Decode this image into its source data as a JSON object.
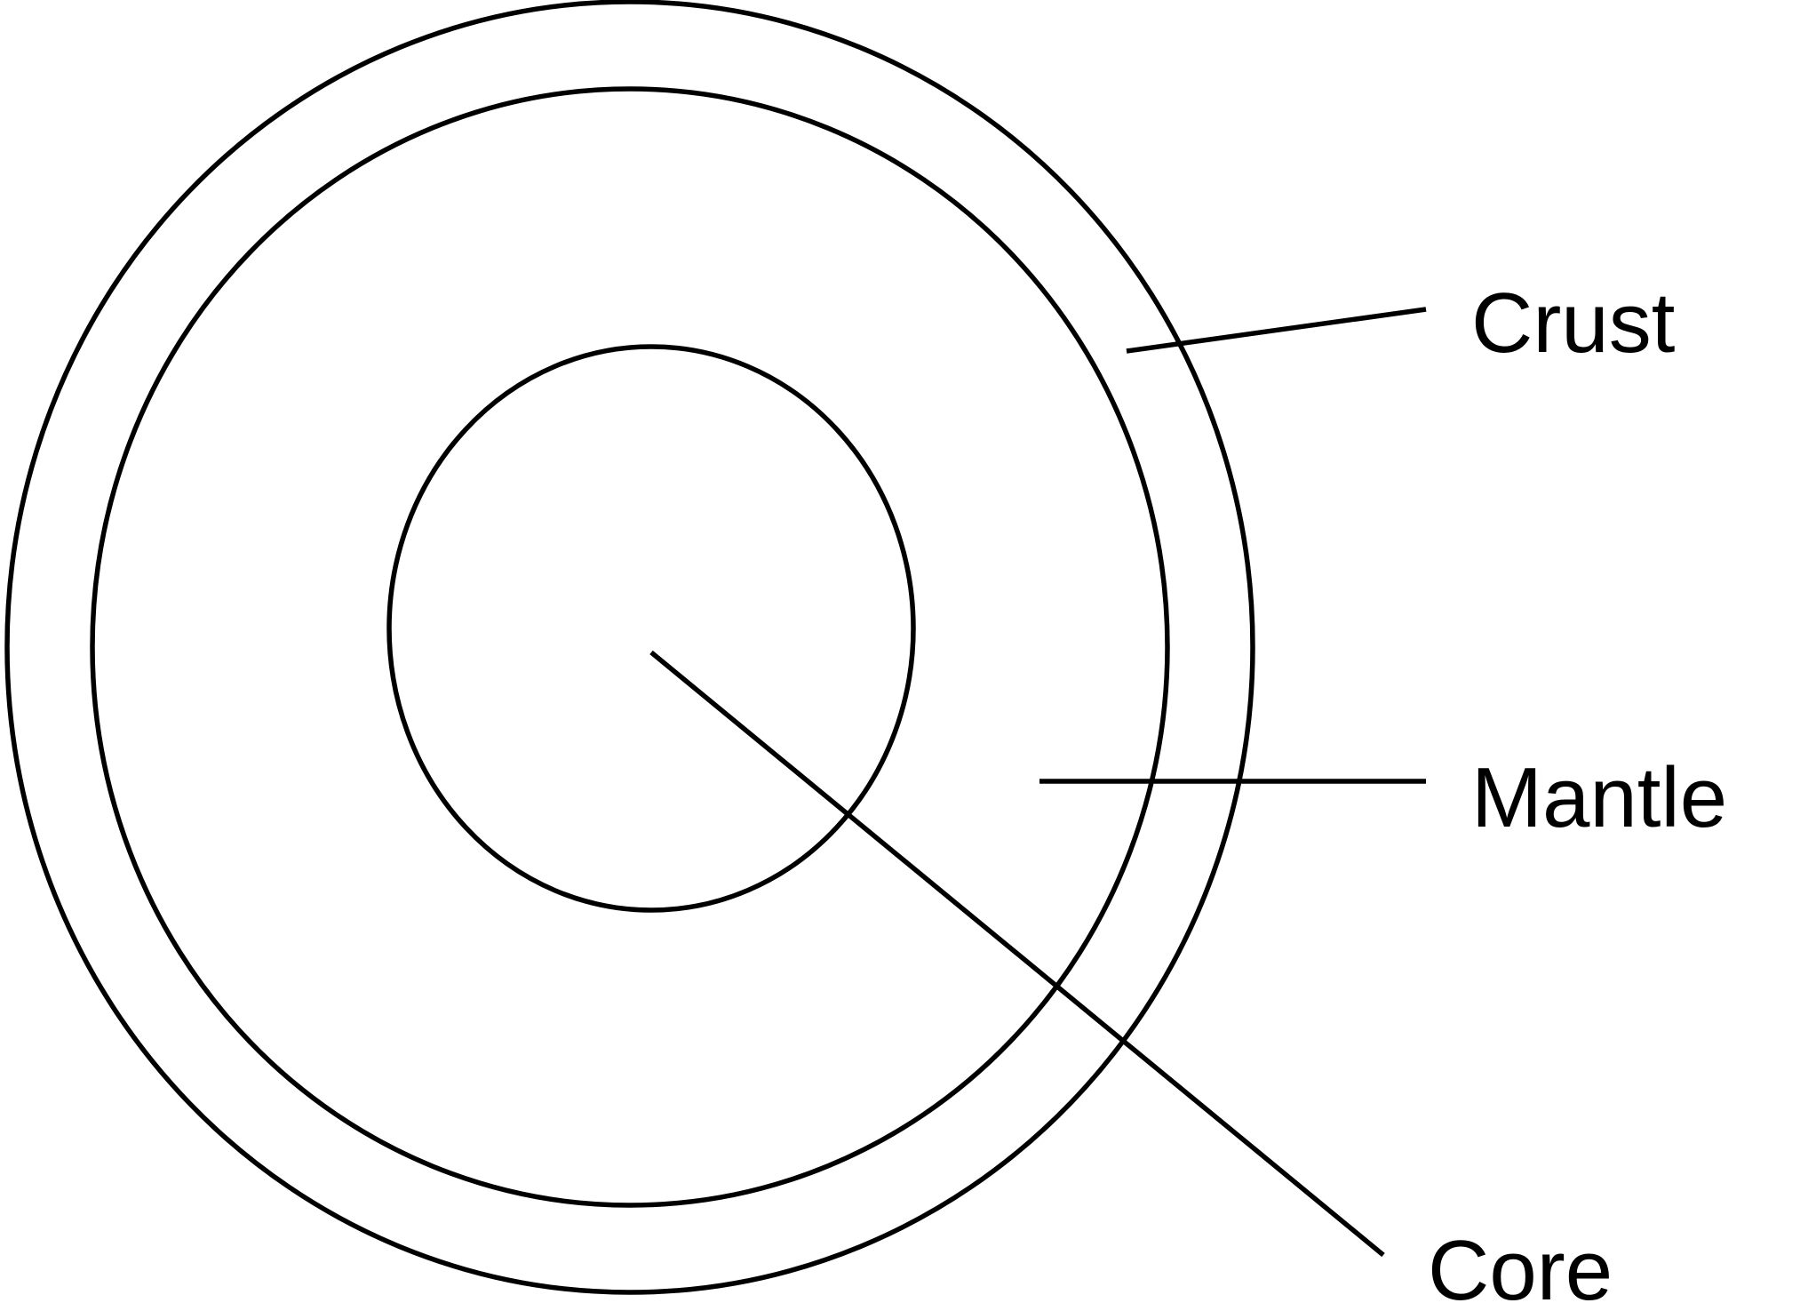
{
  "diagram": {
    "labels": {
      "crust": "Crust",
      "mantle": "Mantle",
      "core": "Core"
    },
    "colors": {
      "background": "#ffffff",
      "stroke": "#000000",
      "text": "#000000"
    }
  }
}
